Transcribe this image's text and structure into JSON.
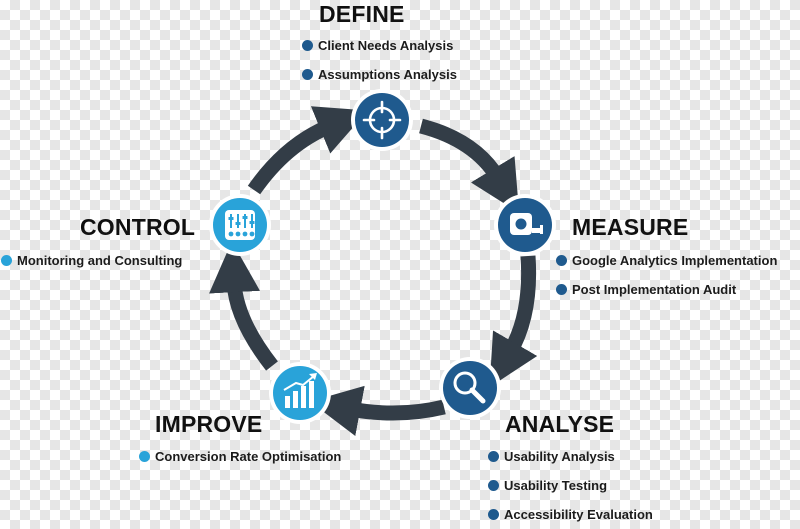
{
  "colors": {
    "arrow": "#333d47",
    "node_dark": "#1f5a8e",
    "node_light": "#29a3d9",
    "text": "#111111"
  },
  "stages": {
    "define": {
      "title": "DEFINE",
      "icon": "crosshair-icon",
      "items": [
        "Client Needs Analysis",
        "Assumptions Analysis"
      ]
    },
    "measure": {
      "title": "MEASURE",
      "icon": "tape-measure-icon",
      "items": [
        "Google Analytics Implementation",
        "Post Implementation Audit"
      ]
    },
    "analyse": {
      "title": "ANALYSE",
      "icon": "magnifier-icon",
      "items": [
        "Usability Analysis",
        "Usability Testing",
        "Accessibility Evaluation"
      ]
    },
    "improve": {
      "title": "IMPROVE",
      "icon": "rising-bar-chart-icon",
      "items": [
        "Conversion Rate Optimisation"
      ]
    },
    "control": {
      "title": "CONTROL",
      "icon": "control-sliders-icon",
      "items": [
        "Monitoring and Consulting"
      ]
    }
  }
}
